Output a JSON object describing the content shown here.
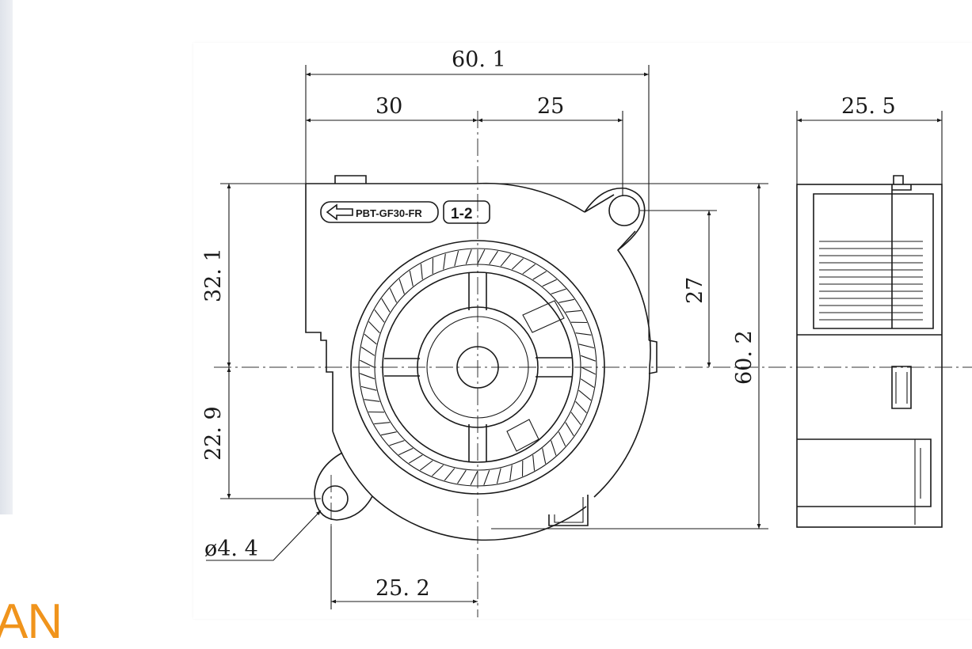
{
  "brand": {
    "text": "AN",
    "color": "#f0941c"
  },
  "dimensions": {
    "overall_width": "60. 1",
    "left_to_center": "30",
    "center_to_hole": "25",
    "side_width": "25. 5",
    "top_to_center": "32. 1",
    "center_to_bottom_hole": "22. 9",
    "hole_to_center_vertical": "27",
    "overall_height": "60. 2",
    "hole_diameter": "ø4. 4",
    "bottom_hole_to_center": "25. 2"
  },
  "housing_label": {
    "material": "PBT-GF30-FR",
    "code": "1-2"
  }
}
